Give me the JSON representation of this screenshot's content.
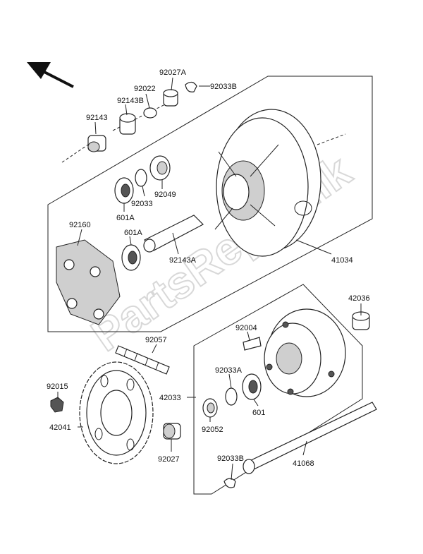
{
  "watermark": "PartsRepublik",
  "labels": {
    "p92027A": "92027A",
    "p92033B_top": "92033B",
    "p92022": "92022",
    "p92143B": "92143B",
    "p92143": "92143",
    "p92049": "92049",
    "p92033": "92033",
    "p601A_top": "601A",
    "p601A_mid": "601A",
    "p92160": "92160",
    "p92143A": "92143A",
    "p41034": "41034",
    "p42036": "42036",
    "p92004": "92004",
    "p92057": "92057",
    "p92033A": "92033A",
    "p42033": "42033",
    "p601": "601",
    "p92052": "92052",
    "p92015": "92015",
    "p42041": "42041",
    "p92027": "92027",
    "p92033B_bot": "92033B",
    "p41068": "41068"
  }
}
